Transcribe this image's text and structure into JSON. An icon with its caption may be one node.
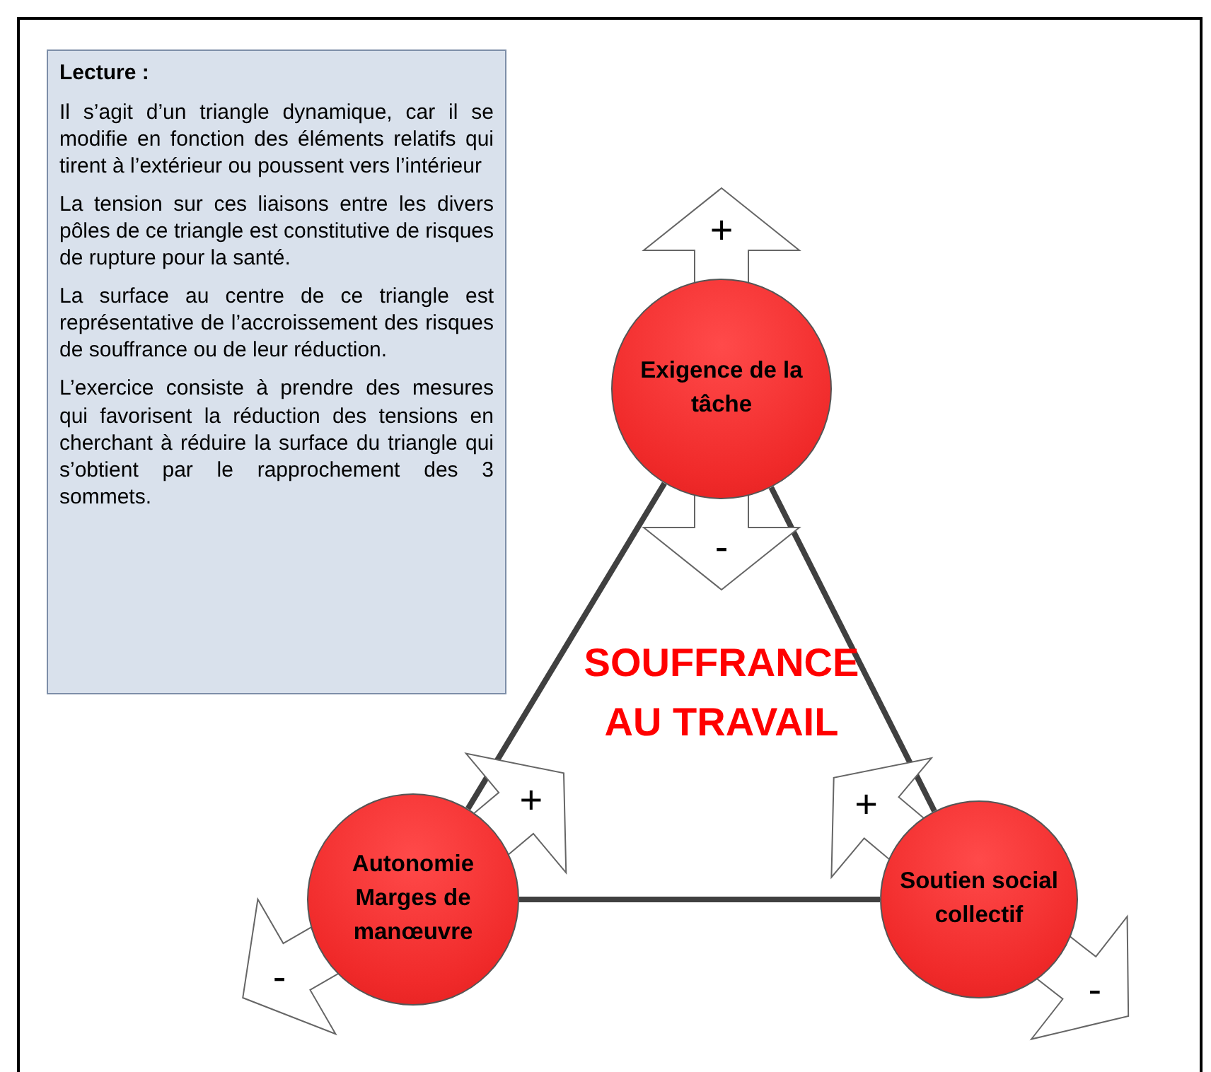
{
  "diagram": {
    "nodes": [
      {
        "text": [
          "Lecture :",
          "Il s’agit d’un triangle dynamique, car il se modifie en fonction des éléments relatifs qui tirent à l’extérieur ou poussent vers l’intérieur",
          "La tension sur ces liaisons entre les divers pôles de ce triangle est constitutive de risques de rupture pour la santé.",
          "La surface au centre de ce triangle est représentative de l’accroissement des risques de souffrance ou de leur réduction.",
          "L’exercice consiste à prendre des mesures qui favorisent la réduction des tensions en cherchant à réduire la surface du triangle qui s’obtient par le rapprochement des 3 sommets."
        ]
      },
      {
        "text": [
          "Exigence de la tâche"
        ]
      },
      {
        "text": [
          "Autonomie Marges de manœuvre"
        ]
      },
      {
        "text": [
          "Soutien social collectif"
        ]
      }
    ],
    "edges": [
      {
        "from": 1,
        "to": 2,
        "arrow": "none"
      },
      {
        "from": 1,
        "to": 3,
        "arrow": "none"
      },
      {
        "from": 2,
        "to": 3,
        "arrow": "none"
      },
      {
        "from": 1,
        "to": null,
        "arrow": "to",
        "label": "+"
      },
      {
        "from": 1,
        "to": null,
        "arrow": "to",
        "label": "-"
      },
      {
        "from": 2,
        "to": null,
        "arrow": "to",
        "label": "+"
      },
      {
        "from": 2,
        "to": null,
        "arrow": "to",
        "label": "-"
      },
      {
        "from": 3,
        "to": null,
        "arrow": "to",
        "label": "+"
      },
      {
        "from": 3,
        "to": null,
        "arrow": "to",
        "label": "-"
      }
    ],
    "labels": [
      "SOUFFRANCE AU TRAVAIL"
    ]
  }
}
